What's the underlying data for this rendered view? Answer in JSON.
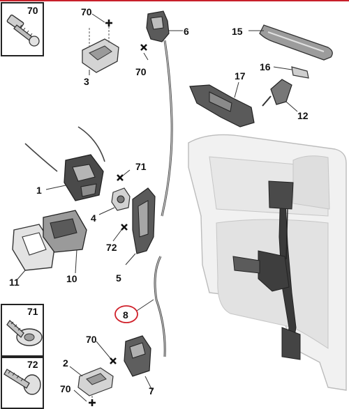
{
  "colors": {
    "top_rule": "#c8202a",
    "highlight_ring": "#d0202a",
    "part_dark": "#3a3a3a",
    "part_mid": "#9a9a9a",
    "part_light": "#dcdcdc",
    "panel_fill": "#ececec"
  },
  "insets": [
    {
      "id": "fastener-70",
      "label": "70"
    },
    {
      "id": "fastener-71",
      "label": "71"
    },
    {
      "id": "fastener-72",
      "label": "72"
    }
  ],
  "callouts": {
    "c70_top": "70",
    "c3": "3",
    "c6": "6",
    "c70_mid": "70",
    "c15": "15",
    "c16": "16",
    "c17": "17",
    "c12": "12",
    "c71": "71",
    "c1": "1",
    "c4": "4",
    "c72": "72",
    "c11": "11",
    "c10": "10",
    "c5": "5",
    "c8": "8",
    "c70_low": "70",
    "c2": "2",
    "c7": "7",
    "c70_bottom": "70"
  },
  "icons": [
    "fastener-cross-icon"
  ]
}
